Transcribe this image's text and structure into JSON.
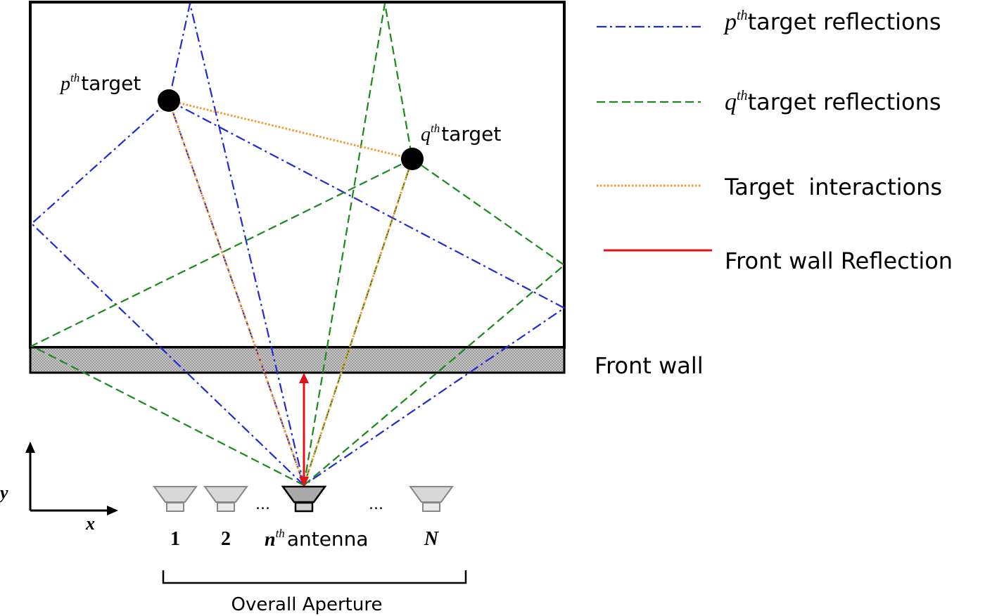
{
  "colors": {
    "p_reflection": "#1f2bd6",
    "q_reflection": "#1a8a1a",
    "interaction": "#f59a32",
    "front_wall_reflection": "#e0141a",
    "wall_fill": "#bdbdbd",
    "antenna_fill": "#d8d8d8",
    "antenna_active_fill": "#a9a9a9"
  },
  "legend": [
    {
      "key": "p",
      "sym": "p",
      "sup": "th",
      "text": "target reflections",
      "color": "#1f2bd6",
      "style": "dash-dot"
    },
    {
      "key": "q",
      "sym": "q",
      "sup": "th",
      "text": "target reflections",
      "color": "#1a8a1a",
      "style": "dashed"
    },
    {
      "key": "interactions",
      "sym": "",
      "sup": "",
      "text": "Target  interactions",
      "color": "#f59a32",
      "style": "dotted"
    },
    {
      "key": "front",
      "sym": "",
      "sup": "",
      "text": "Front wall Reflection",
      "color": "#e0141a",
      "style": "solid"
    }
  ],
  "targets": {
    "p": {
      "sym": "p",
      "sup": "th",
      "text": "target"
    },
    "q": {
      "sym": "q",
      "sup": "th",
      "text": "target"
    }
  },
  "front_wall_label": "Front wall",
  "axes": {
    "x": "x",
    "y": "y"
  },
  "antennas": {
    "one": "1",
    "two": "2",
    "nth_sym": "n",
    "nth_sup": "th",
    "nth_text": "antenna",
    "last": "N",
    "ellipsis": "..."
  },
  "aperture_label": "Overall Aperture",
  "icons": [
    "antenna-horn-icon",
    "target-dot-icon",
    "axis-arrow-icon"
  ]
}
